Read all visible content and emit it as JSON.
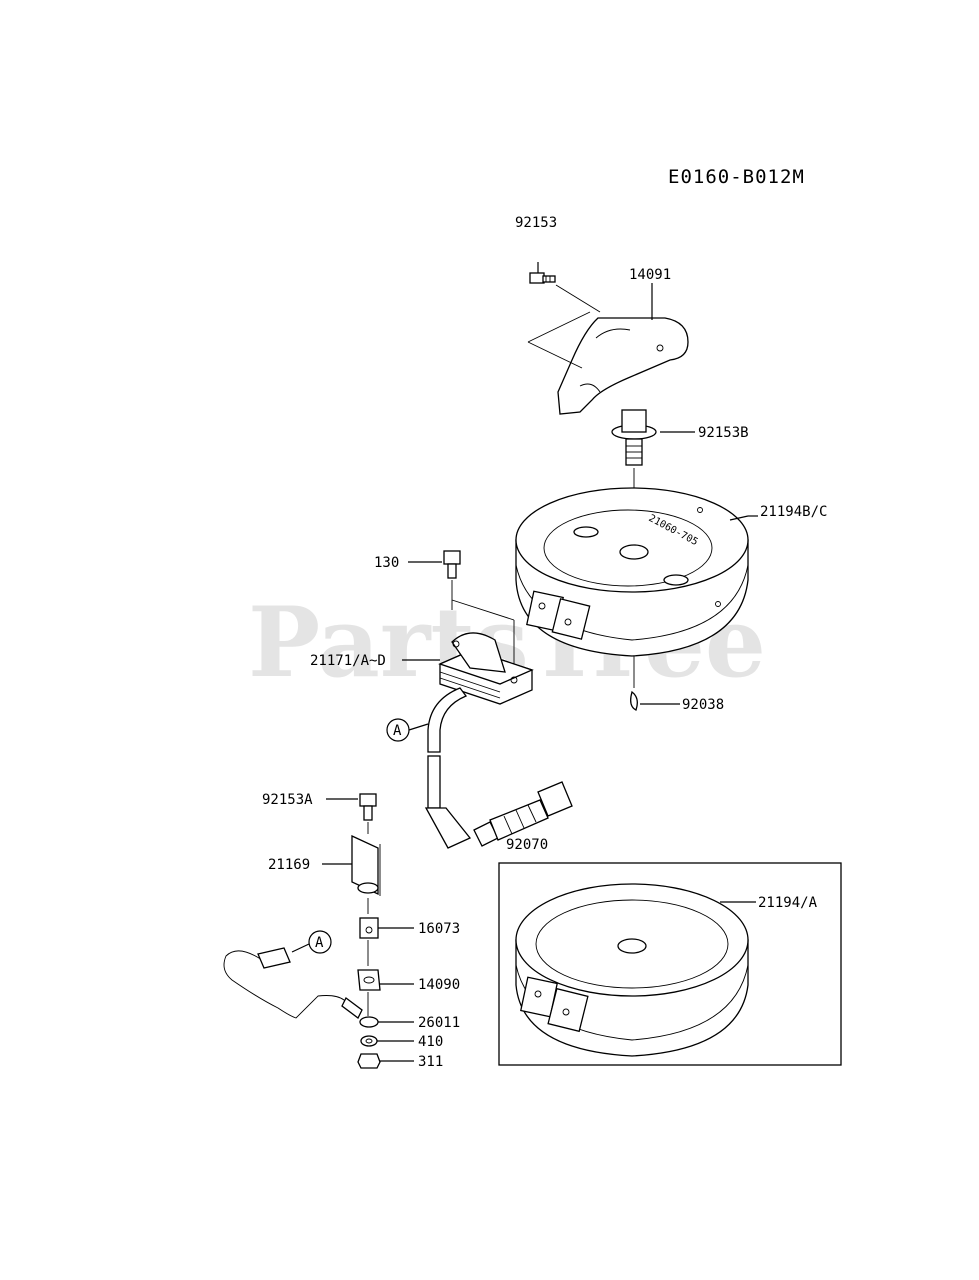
{
  "diagram_code": "E0160-B012M",
  "watermark": "PartsTree",
  "callouts": {
    "p92153": "92153",
    "p14091": "14091",
    "p92153B": "92153B",
    "p21194BC": "21194B/C",
    "p130": "130",
    "p21171": "21171/A~D",
    "p92038": "92038",
    "p92153A": "92153A",
    "p21169": "21169",
    "p92070": "92070",
    "p21194A": "21194/A",
    "p16073": "16073",
    "p14090": "14090",
    "p26011": "26011",
    "p410": "410",
    "p311": "311"
  },
  "flywheel_stamp": "21060-705",
  "connector_markers": {
    "top": "A",
    "bottom": "A"
  }
}
